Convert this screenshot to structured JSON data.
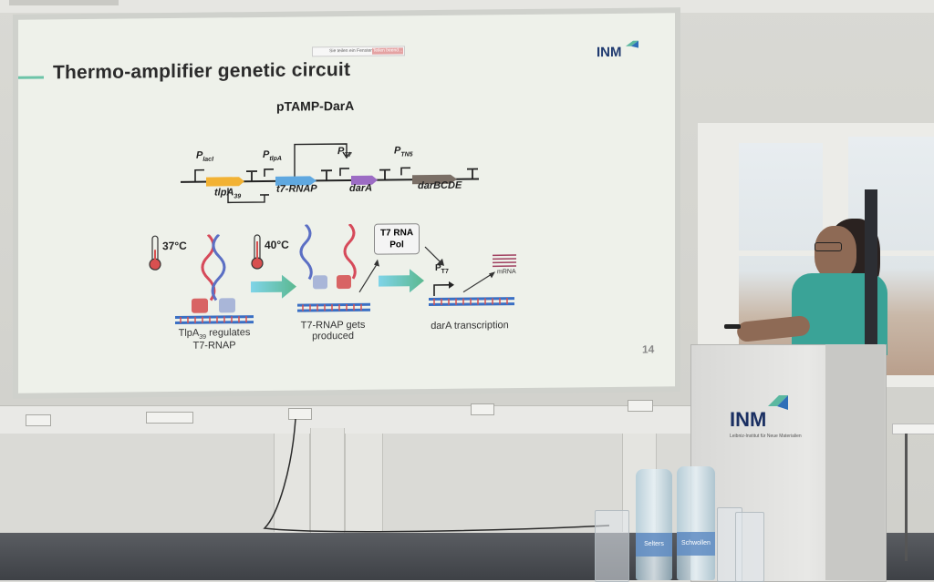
{
  "banner": {
    "text": "Sie teilen ein Fenster",
    "button": "Teilen beend..."
  },
  "slide": {
    "title": "Thermo-amplifier genetic circuit",
    "logo": "INM",
    "subtitle": "pTAMP-DarA",
    "page_number": "14",
    "promoters": {
      "placi": "P",
      "placi_sub": "lacI",
      "ptlpa": "P",
      "ptlpa_sub": "tlpA",
      "pt7": "P",
      "pt7_sub": "T7",
      "ptn5": "P",
      "ptn5_sub": "TN5"
    },
    "genes": {
      "tlpa": "tlpA",
      "tlpa_sub": "39",
      "t7rnap": "t7-RNAP",
      "dara": "darA",
      "darbcde": "darBCDE"
    },
    "temps": {
      "t1": "37°C",
      "t2": "40°C"
    },
    "pol_box": {
      "line1": "T7 RNA",
      "line2": "Pol"
    },
    "pt7_lower": "P",
    "pt7_lower_sub": "T7",
    "mrna": "mRNA",
    "captions": {
      "c1_a": "TlpA",
      "c1_sub": "39",
      "c1_b": " regulates",
      "c1_c": "T7-RNAP",
      "c2_a": "T7-RNAP gets",
      "c2_b": "produced",
      "c3": "darA transcription"
    },
    "colors": {
      "tlpa": "#f2b234",
      "t7rnap": "#5fa8e0",
      "dara": "#9c6cc4",
      "darbcde": "#7a6f66",
      "accent": "#6cc4a8"
    }
  },
  "podium": {
    "logo": "INM",
    "subtitle": "Leibniz-Institut für Neue Materialien"
  },
  "bottles": {
    "brand1": "Selters",
    "brand2": "Schwollen"
  }
}
